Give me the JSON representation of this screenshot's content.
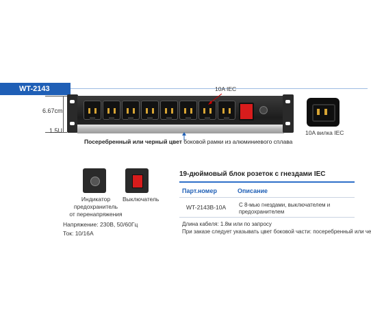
{
  "model": "WT-2143",
  "callouts": {
    "iec_socket": "10A IEC",
    "iec_plug": "10A вилка IEC"
  },
  "dimensions": {
    "height": "6.67cm",
    "units": "1.5U"
  },
  "frame_caption": {
    "bold": "Посеребренный или черный цвет",
    "rest": " боковой рамки из алюминиевого сплава"
  },
  "indicator_caption": [
    "Индикатор",
    "предохранитель",
    "от перенапряжения"
  ],
  "switch_caption": "Выключатель",
  "specs": {
    "voltage": "Напряжение: 230В, 50/60Гц",
    "current": "Ток: 10/16A"
  },
  "table": {
    "title": "19-дюймовый блок розеток с гнездами IEC",
    "headers": [
      "Парт.номер",
      "Описание"
    ],
    "rows": [
      {
        "part": "WT-2143B-10A",
        "description": [
          "С 8-мью гнездами, выключателем и",
          "предохранителем"
        ]
      }
    ]
  },
  "notes": [
    "Длина кабеля: 1.8м или по запросу",
    "При заказе следует указывать цвет боковой части: посеребренный или черный"
  ],
  "colors": {
    "banner": "#1f5fb6",
    "header_text": "#1f5fb6",
    "switch": "#d81c1c",
    "pins": "#d8a534"
  }
}
